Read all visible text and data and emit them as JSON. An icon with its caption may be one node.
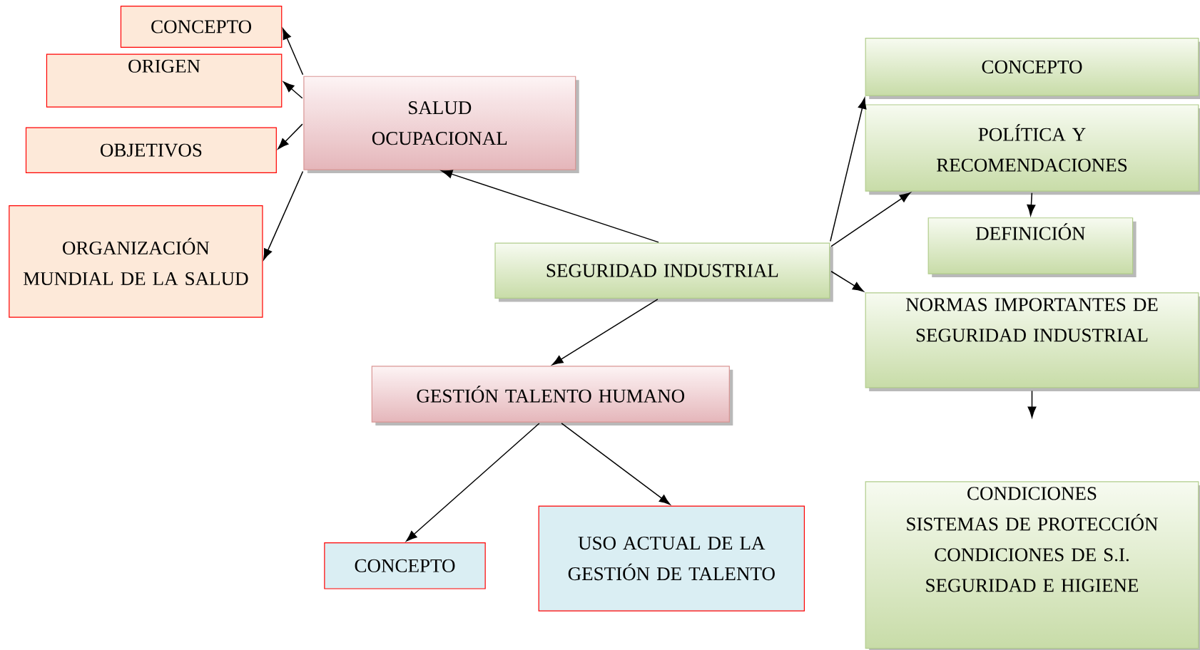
{
  "diagram": {
    "nodes": [
      {
        "text": [
          "SALUD OCUPACIONAL"
        ]
      },
      {
        "text": [
          "CONCEPTO"
        ]
      },
      {
        "text": [
          "ORIGEN"
        ]
      },
      {
        "text": [
          "OBJETIVOS"
        ]
      },
      {
        "text": [
          "ORGANIZACIÓN MUNDIAL DE LA SALUD"
        ]
      },
      {
        "text": [
          "SEGURIDAD INDUSTRIAL"
        ]
      },
      {
        "text": [
          "GESTIÓN TALENTO HUMANO"
        ]
      },
      {
        "text": [
          "CONCEPTO"
        ]
      },
      {
        "text": [
          "USO ACTUAL DE LA GESTIÓN DE TALENTO"
        ]
      },
      {
        "text": [
          "CONCEPTO"
        ]
      },
      {
        "text": [
          "POLÍTICA Y RECOMENDACIONES"
        ]
      },
      {
        "text": [
          "DEFINICIÓN"
        ]
      },
      {
        "text": [
          "NORMAS IMPORTANTES DE SEGURIDAD INDUSTRIAL"
        ]
      },
      {
        "text": [
          "CONDICIONES",
          "SISTEMAS DE PROTECCIÓN",
          "CONDICIONES DE S.I.",
          "SEGURIDAD E HIGIENE"
        ]
      }
    ],
    "edges": [
      {
        "from": 0,
        "to": 1,
        "arrow": "to"
      },
      {
        "from": 0,
        "to": 2,
        "arrow": "to"
      },
      {
        "from": 0,
        "to": 3,
        "arrow": "to"
      },
      {
        "from": 0,
        "to": 4,
        "arrow": "to"
      },
      {
        "from": 5,
        "to": 0,
        "arrow": "to"
      },
      {
        "from": 5,
        "to": 6,
        "arrow": "to"
      },
      {
        "from": 6,
        "to": 7,
        "arrow": "to"
      },
      {
        "from": 6,
        "to": 8,
        "arrow": "to"
      },
      {
        "from": 5,
        "to": 9,
        "arrow": "to"
      },
      {
        "from": 5,
        "to": 10,
        "arrow": "to"
      },
      {
        "from": 10,
        "to": 11,
        "arrow": "to"
      },
      {
        "from": 5,
        "to": 12,
        "arrow": "to"
      },
      {
        "from": 12,
        "to": null,
        "arrow": "to"
      }
    ]
  }
}
